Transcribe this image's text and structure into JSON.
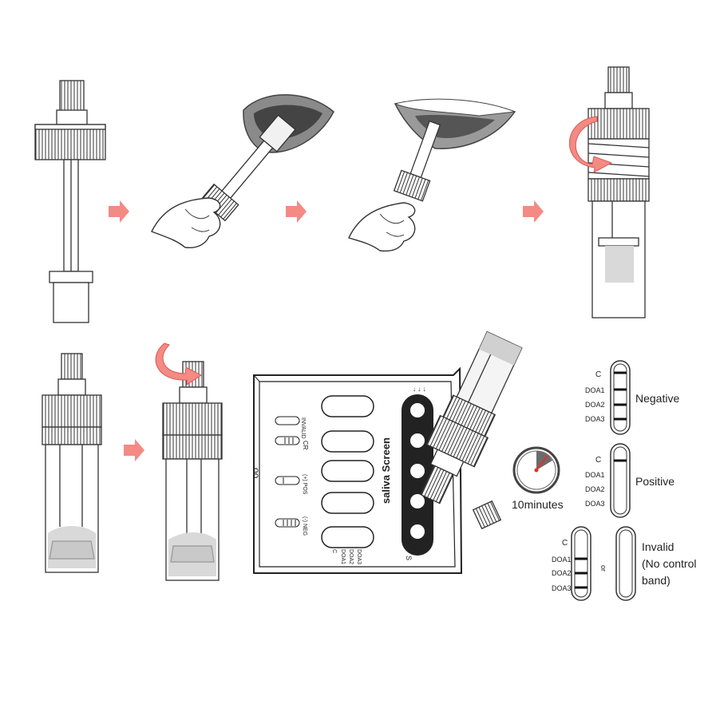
{
  "colors": {
    "arrow": "#f48a84",
    "ink": "#333333",
    "fill_gray": "#d9d9d9",
    "dark_gray": "#6b6b6b",
    "timer_hand": "#e0302a"
  },
  "icons": [
    "step-arrow-icon",
    "rotate-arrow-icon",
    "timer-icon",
    "hand-icon",
    "lips-icon"
  ],
  "device": {
    "brand": "saliva Screen",
    "left_labels": [
      "INVALID",
      "CR",
      "(+) POS",
      "(-) NEG"
    ],
    "bottom_labels": [
      "C",
      "DOA1",
      "DOA2",
      "DOA3"
    ],
    "side_mark": "S",
    "top_mark": "oo"
  },
  "timer": {
    "label": "10minutes"
  },
  "results": {
    "negative": {
      "title": "Negative",
      "rows": [
        "C",
        "DOA1",
        "DOA2",
        "DOA3"
      ]
    },
    "positive": {
      "title": "Positive",
      "rows": [
        "C",
        "DOA1",
        "DOA2",
        "DOA3"
      ]
    },
    "invalid": {
      "title": "Invalid",
      "subtitle_line1": "(No control",
      "subtitle_line2": "band)",
      "rows": [
        "C",
        "DOA1",
        "DOA2",
        "DOA3"
      ],
      "or": "or"
    }
  }
}
